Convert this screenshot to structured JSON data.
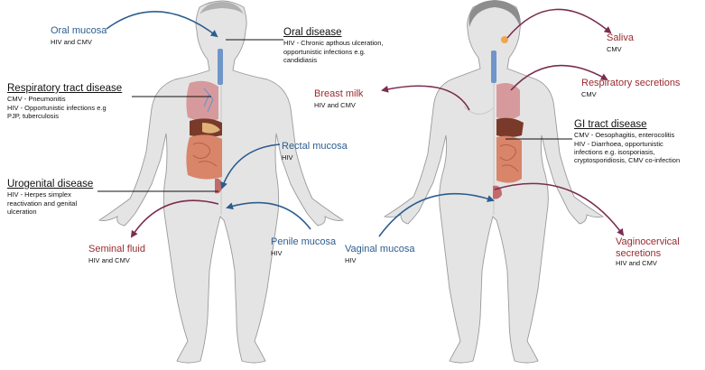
{
  "colors": {
    "body_skin": "#e4e4e4",
    "body_outline": "#9a9a9a",
    "hair": "#8d8d8d",
    "entry_arrow": "#2c5d8f",
    "exit_arrow": "#7b2d4f",
    "entry_label": "#2c5d8f",
    "exit_label": "#9a2a2e",
    "disease_leader": "#111111",
    "lung": "#d79a9c",
    "liver": "#7a3a2a",
    "intestine": "#d8856a"
  },
  "entry_sites": {
    "oral_mucosa": {
      "title": "Oral mucosa",
      "sub": "HIV and CMV"
    },
    "rectal_mucosa": {
      "title": "Rectal mucosa",
      "sub": "HIV"
    },
    "penile_mucosa": {
      "title": "Penile mucosa",
      "sub": "HIV"
    },
    "vaginal_mucosa": {
      "title": "Vaginal mucosa",
      "sub": "HIV"
    }
  },
  "shedding_sites": {
    "seminal_fluid": {
      "title": "Seminal fluid",
      "sub": "HIV and CMV"
    },
    "saliva": {
      "title": "Saliva",
      "sub": "CMV"
    },
    "respiratory_secretions": {
      "title": "Respiratory secretions",
      "sub": "CMV"
    },
    "breast_milk": {
      "title": "Breast milk",
      "sub": "HIV and CMV"
    },
    "vaginocervical_secretions": {
      "title_line1": "Vaginocervical",
      "title_line2": "secretions",
      "sub": "HIV and CMV"
    }
  },
  "diseases": {
    "oral": {
      "title": "Oral disease",
      "lines": [
        "HIV - Chronic apthous ulceration,",
        "opportunistic infections e.g.",
        "candidiasis"
      ]
    },
    "respiratory": {
      "title": "Respiratory tract disease",
      "lines": [
        "CMV - Pneumonitis",
        "HIV - Opportunistic infections e.g",
        "PJP, tuberculosis"
      ]
    },
    "urogenital": {
      "title": "Urogenital disease",
      "lines": [
        "HIV - Herpes simplex",
        "reactivation and genital",
        "ulceration"
      ]
    },
    "gi": {
      "title": "GI tract disease",
      "lines": [
        "CMV - Oesophagitis, enterocolitis",
        "HIV - Diarrhoea, opportunistic",
        "infections e.g. isosporiasis,",
        "cryptosporidiosis, CMV co-infection"
      ]
    }
  }
}
